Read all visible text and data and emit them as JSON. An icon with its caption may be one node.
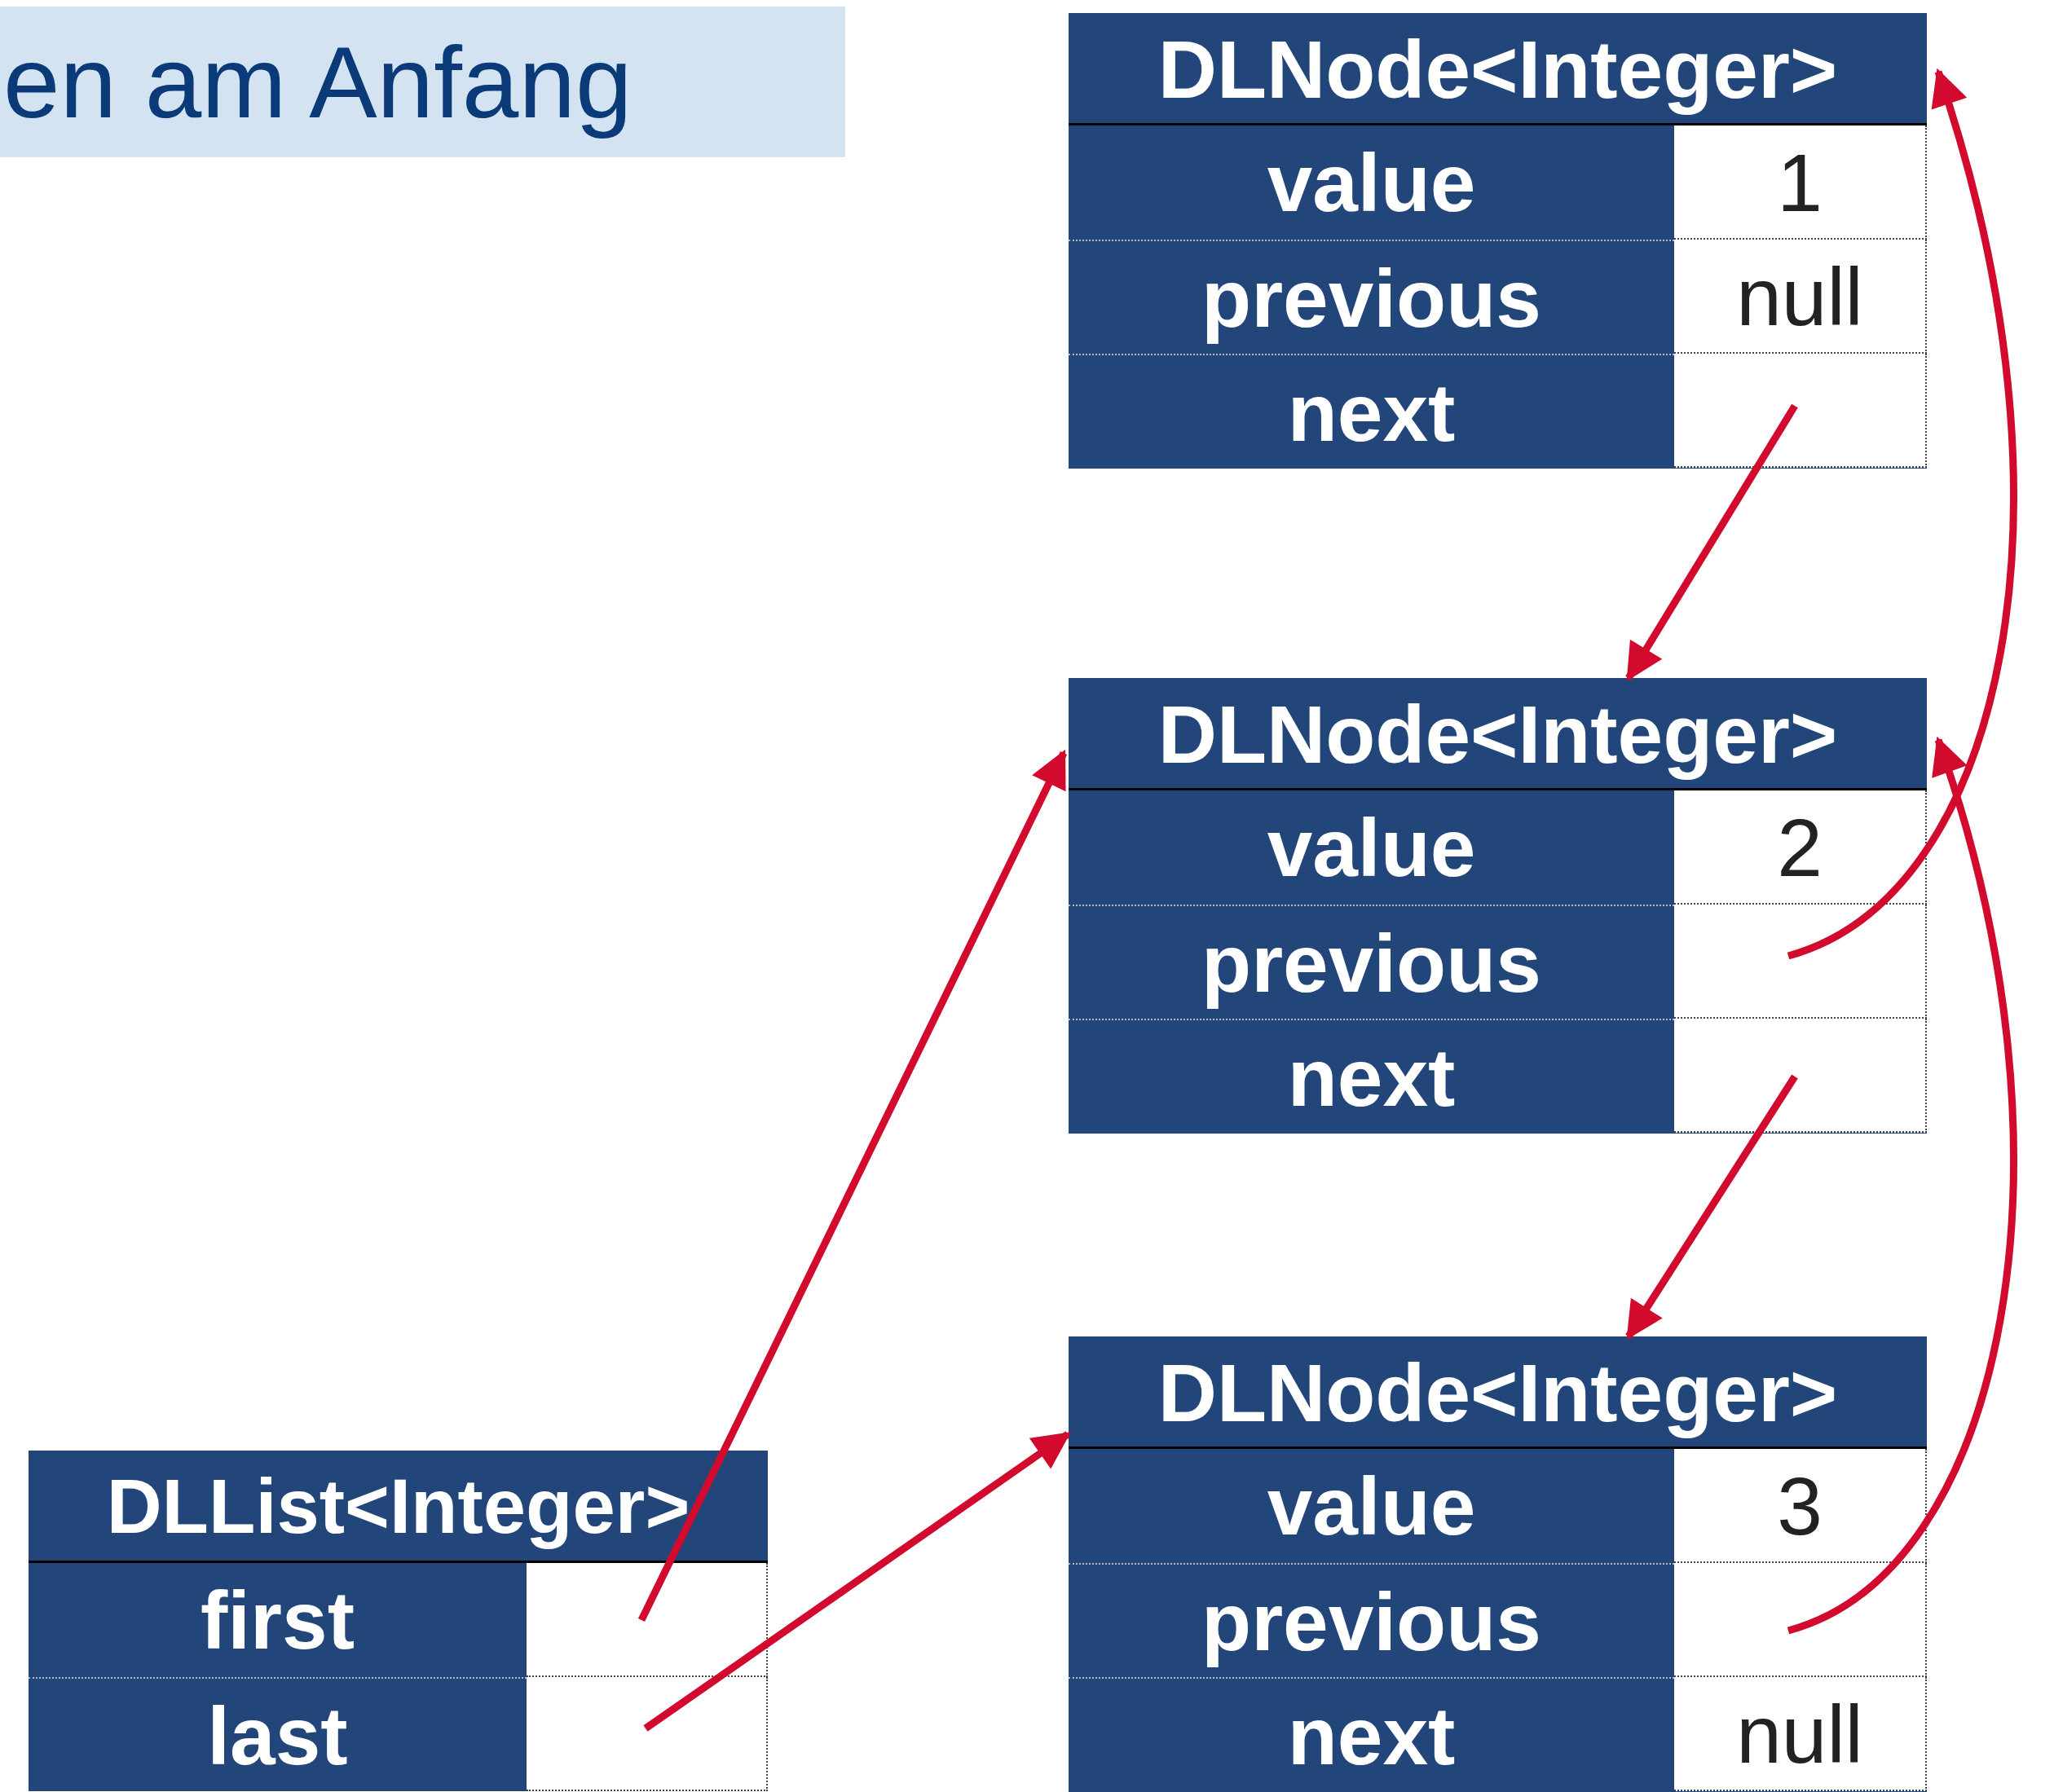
{
  "diagram": {
    "title": "en am Anfang",
    "nodes": [
      {
        "text": [
          "DLNode<Integer>"
        ]
      },
      {
        "text": [
          "value",
          "1"
        ],
        "in": 0
      },
      {
        "text": [
          "previous",
          "null"
        ],
        "in": 0
      },
      {
        "text": [
          "next"
        ],
        "in": 0
      },
      {
        "text": [
          "DLNode<Integer>"
        ]
      },
      {
        "text": [
          "value",
          "2"
        ],
        "in": 4
      },
      {
        "text": [
          "previous"
        ],
        "in": 4
      },
      {
        "text": [
          "next"
        ],
        "in": 4
      },
      {
        "text": [
          "DLNode<Integer>"
        ]
      },
      {
        "text": [
          "value",
          "3"
        ],
        "in": 8
      },
      {
        "text": [
          "previous"
        ],
        "in": 8
      },
      {
        "text": [
          "next",
          "null"
        ],
        "in": 8
      },
      {
        "text": [
          "DLList<Integer>"
        ]
      },
      {
        "text": [
          "first"
        ],
        "in": 12
      },
      {
        "text": [
          "last"
        ],
        "in": 12
      }
    ],
    "edges": [
      {
        "from": 3,
        "to": 4,
        "arrow": "to"
      },
      {
        "from": 6,
        "to": 0,
        "arrow": "to"
      },
      {
        "from": 7,
        "to": 8,
        "arrow": "to"
      },
      {
        "from": 10,
        "to": 4,
        "arrow": "to"
      },
      {
        "from": 13,
        "to": 4,
        "arrow": "to"
      },
      {
        "from": 14,
        "to": 8,
        "arrow": "to"
      }
    ]
  }
}
